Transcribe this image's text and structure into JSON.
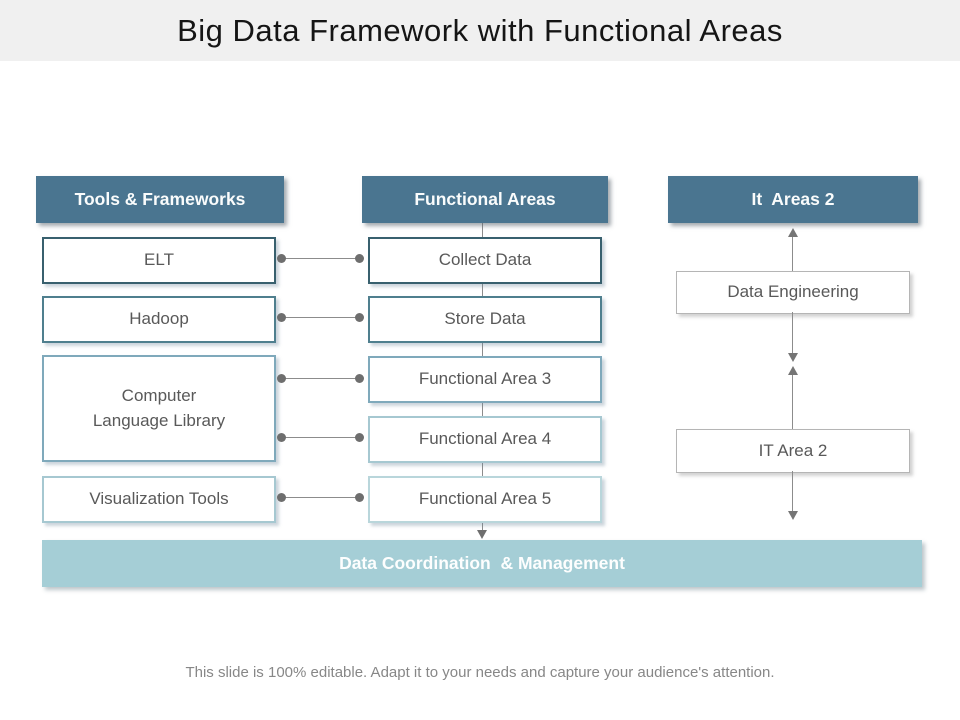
{
  "title": "Big Data Framework with Functional Areas",
  "columns": {
    "tools": {
      "header": "Tools & Frameworks",
      "items": [
        "ELT",
        "Hadoop",
        "Computer\nLanguage Library",
        "Visualization Tools"
      ]
    },
    "functional": {
      "header": "Functional Areas",
      "items": [
        "Collect Data",
        "Store Data",
        "Functional Area 3",
        "Functional Area 4",
        "Functional Area 5"
      ]
    },
    "it": {
      "header": "It  Areas 2",
      "items": [
        "Data Engineering",
        "IT Area 2"
      ]
    }
  },
  "bottom_bar": "Data Coordination  & Management",
  "footer": "This slide is 100% editable. Adapt it to your needs and capture your audience's attention.",
  "colors": {
    "title_bg": "#f0f0f0",
    "header_bg": "#4a7590",
    "bottom_bar_bg": "#a5ced6",
    "box_text": "#595959",
    "connector": "#6e6e6e",
    "border_shades": [
      "#38606e",
      "#4f7f8e",
      "#7fa9bb",
      "#a6c8d1",
      "#b9d6db"
    ],
    "right_box_border": "#b5b5b5"
  }
}
